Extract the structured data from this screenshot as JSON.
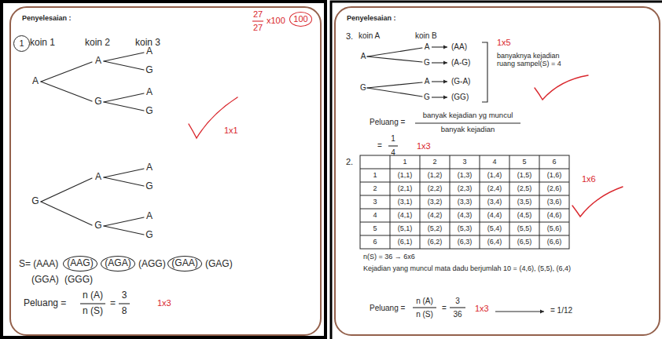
{
  "diagram": {
    "nodes": [
      {
        "text": [
          "Penyelesaian :"
        ]
      },
      {
        "text": [
          "100"
        ],
        "in": 0
      },
      {
        "text": [
          "1"
        ],
        "in": 0
      },
      {
        "text": [
          "(AAG)"
        ],
        "in": 0
      },
      {
        "text": [
          "(AGA)"
        ],
        "in": 0
      },
      {
        "text": [
          "(GAA)"
        ],
        "in": 0
      },
      {
        "text": [
          "Penyelesaian :"
        ]
      }
    ],
    "labels": [
      "27",
      "27",
      "x100",
      "koin 1",
      "koin 2",
      "koin 3",
      "A",
      "G",
      "A",
      "G",
      "A",
      "G",
      "A",
      "G",
      "A",
      "G",
      "A",
      "G",
      "A",
      "G",
      "1x1",
      "S= (AAA)",
      "(AGG)",
      "(GAG)",
      "(GGA)",
      "(GGG)",
      "Peluang =",
      "n (A)",
      "n (S)",
      "=",
      "3",
      "8",
      "1x3",
      "3.",
      "koin A",
      "koin B",
      "A",
      "G",
      "A",
      "G",
      "A",
      "G",
      "(AA)",
      "(A-G)",
      "(G-A)",
      "(GG)",
      "1x5",
      "banyaknya kejadian ruang sampel(S) = 4",
      "Peluang =",
      "banyak kejadian yg muncul",
      "banyak kejadian",
      "=",
      "1",
      "4",
      "1x3",
      "2.",
      "1",
      "2",
      "3",
      "4",
      "5",
      "6",
      "1",
      "(1,1)",
      "(1,2)",
      "(1,3)",
      "(1,4)",
      "(1,5)",
      "(1,6)",
      "2",
      "(2,1)",
      "(2,2)",
      "(2,3)",
      "(2,4)",
      "(2,5)",
      "(2,6)",
      "3",
      "(3,1)",
      "(3,2)",
      "(3,3)",
      "(3,4)",
      "(3,5)",
      "(3,6)",
      "4",
      "(4,1)",
      "(4,2)",
      "(4,3)",
      "(4,4)",
      "(4,5)",
      "(4,6)",
      "5",
      "(5,1)",
      "(5,2)",
      "(5,3)",
      "(5,4)",
      "(5,5)",
      "(5,6)",
      "6",
      "(6,1)",
      "(6,2)",
      "(6,3)",
      "(6,4)",
      "(6,5)",
      "(6,6)",
      "1x6",
      "n(S) = 36 → 6x6",
      "Kejadian yang muncul mata dadu berjumlah 10 = (4,6), (5,5), (6,4)",
      "Peluang =",
      "n (A)",
      "n (S)",
      "=",
      "3",
      "36",
      "1x3",
      "= 1/12"
    ]
  }
}
